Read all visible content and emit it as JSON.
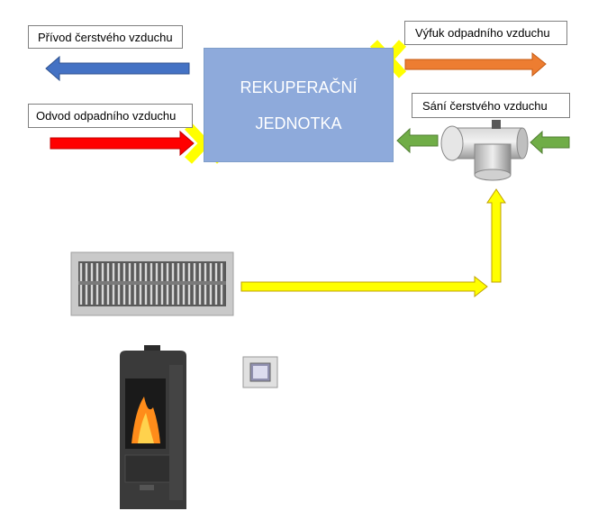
{
  "labels": {
    "fresh_air_supply": "Přívod čerstvého vzduchu",
    "exhaust_air_extract": "Odvod odpadního vzduchu",
    "waste_air_outlet": "Výfuk odpadního vzduchu",
    "fresh_air_intake": "Sání čerstvého vzduchu"
  },
  "unit": {
    "line1": "REKUPERAČNÍ",
    "line2": "JEDNOTKA"
  },
  "colors": {
    "unit": "#8eaadb",
    "blue_arrow": "#4472c4",
    "red_arrow": "#ff0000",
    "orange_arrow": "#ed7d31",
    "green_arrow": "#70ad47",
    "yellow_arrow": "#ffff00",
    "cross": "#ffff00"
  },
  "icons": [
    "cross-mark-icon",
    "t-pipe-icon",
    "vent-grille-icon",
    "stove-icon",
    "air-valve-icon"
  ]
}
